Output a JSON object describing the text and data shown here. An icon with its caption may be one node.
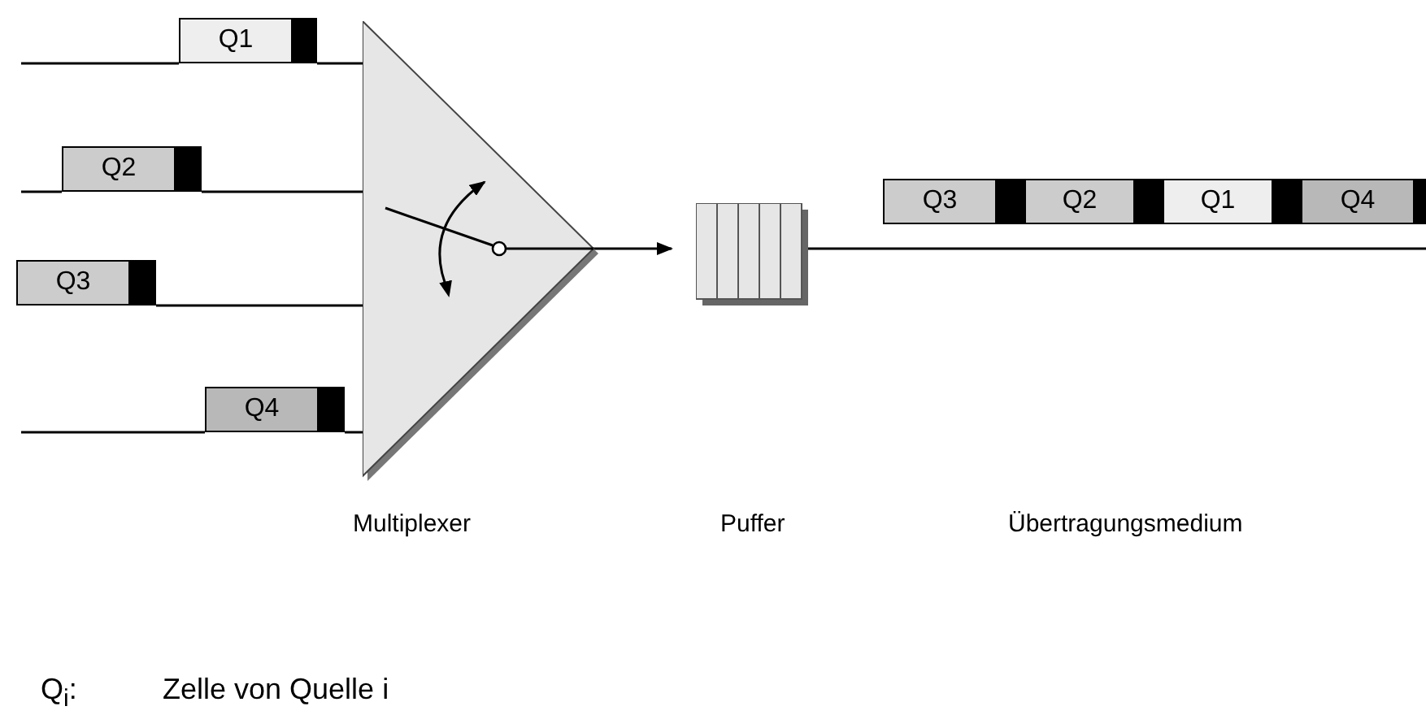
{
  "diagram": {
    "nodes": [
      {
        "text": [
          "Q1"
        ]
      },
      {
        "text": [
          "Q2"
        ]
      },
      {
        "text": [
          "Q3"
        ]
      },
      {
        "text": [
          "Q4"
        ]
      },
      {
        "text": [],
        "shape": "triangle"
      },
      {
        "text": [],
        "shape": "box"
      },
      {
        "text": [
          "Q3"
        ]
      },
      {
        "text": [
          "Q2"
        ]
      },
      {
        "text": [
          "Q1"
        ]
      },
      {
        "text": [
          "Q4"
        ]
      }
    ],
    "edges": [
      {
        "from": null,
        "to": 0,
        "arrow": "none"
      },
      {
        "from": null,
        "to": 1,
        "arrow": "none"
      },
      {
        "from": null,
        "to": 3,
        "arrow": "none"
      },
      {
        "from": 0,
        "to": 4,
        "arrow": "none"
      },
      {
        "from": 1,
        "to": 4,
        "arrow": "none"
      },
      {
        "from": 2,
        "to": 4,
        "arrow": "none"
      },
      {
        "from": 3,
        "to": 4,
        "arrow": "none"
      },
      {
        "from": 4,
        "to": 5,
        "arrow": "to"
      },
      {
        "from": 5,
        "to": null,
        "arrow": "none"
      }
    ],
    "labels": [
      "Multiplexer",
      "Puffer",
      "Übertragungsmedium",
      "Q$_{i}$:",
      "Zelle von Quelle i"
    ]
  }
}
